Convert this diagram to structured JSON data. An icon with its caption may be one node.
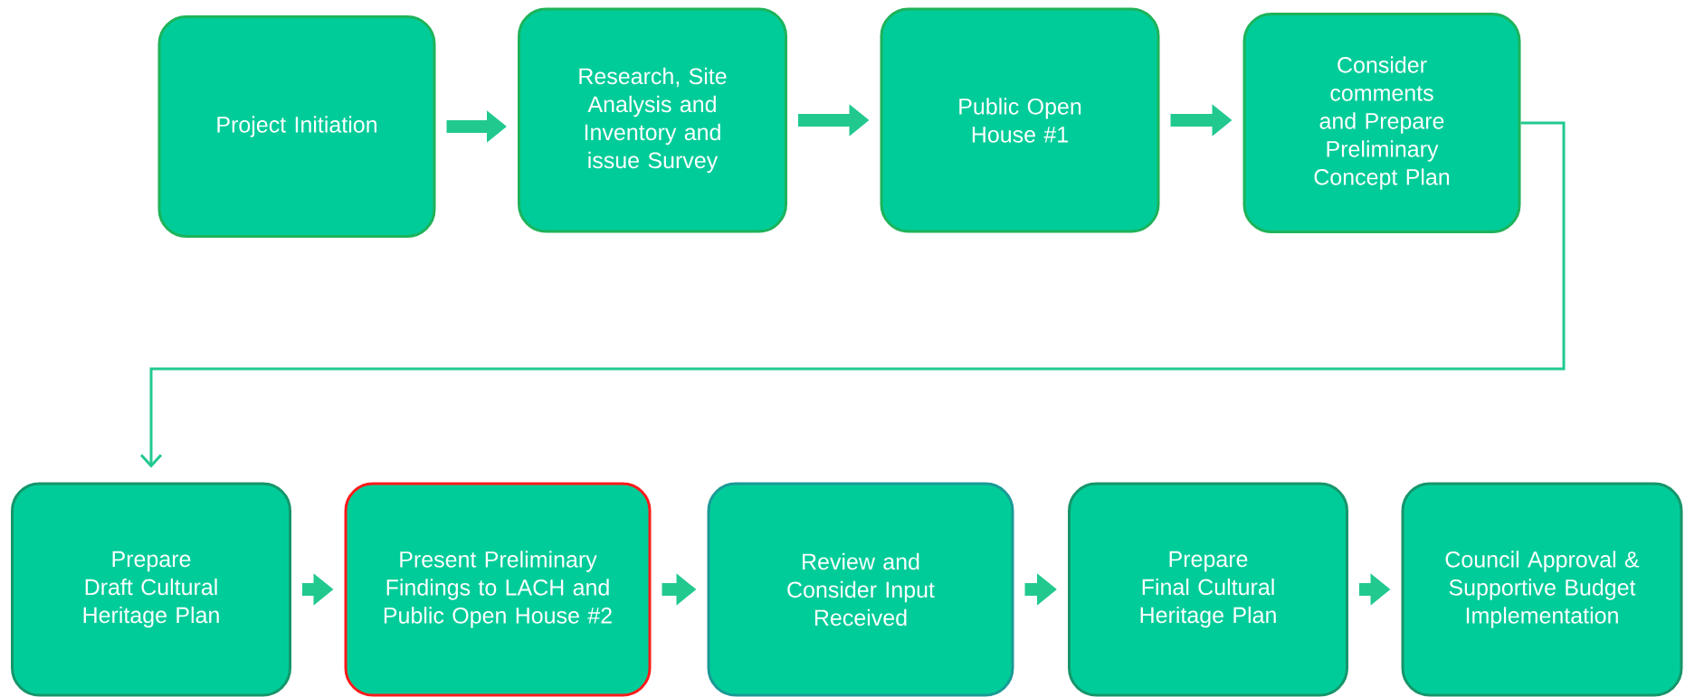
{
  "diagram": {
    "nodes": [
      {
        "text": [
          "Project Initiation"
        ]
      },
      {
        "text": [
          "Research, Site Analysis and Inventory and issue Survey"
        ]
      },
      {
        "text": [
          "Public Open House #1"
        ]
      },
      {
        "text": [
          "Consider comments and Prepare Preliminary Concept Plan"
        ]
      },
      {
        "text": [
          "Prepare Draft Cultural Heritage Plan"
        ]
      },
      {
        "text": [
          "Present Preliminary Findings to LACH and Public Open House #2"
        ]
      },
      {
        "text": [
          "Review and Consider Input Received"
        ]
      },
      {
        "text": [
          "Prepare Final Cultural Heritage Plan"
        ]
      },
      {
        "text": [
          "Council Approval & Supportive Budget Implementation"
        ]
      }
    ],
    "edges": [
      {
        "from": 0,
        "to": 1,
        "arrow": "to"
      },
      {
        "from": 1,
        "to": 2,
        "arrow": "to"
      },
      {
        "from": 2,
        "to": 3,
        "arrow": "to"
      },
      {
        "from": 3,
        "to": 4,
        "arrow": "to"
      },
      {
        "from": 4,
        "to": 5,
        "arrow": "to"
      },
      {
        "from": 5,
        "to": 6,
        "arrow": "to"
      },
      {
        "from": 6,
        "to": 7,
        "arrow": "to"
      },
      {
        "from": 7,
        "to": 8,
        "arrow": "to"
      }
    ]
  }
}
